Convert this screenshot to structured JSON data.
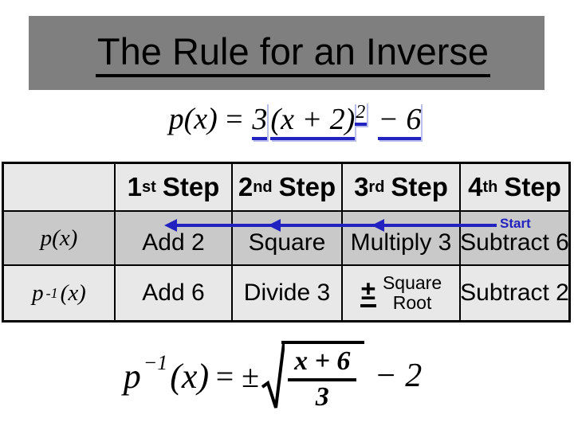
{
  "colors": {
    "accent_blue": "#2222c0",
    "title_bar": "#7f7f7f",
    "table_header_bg": "#e8e8e8",
    "table_shaded_row_bg": "#c9c9c9",
    "table_light_row_bg": "#e8e8e8"
  },
  "title": {
    "text": "The Rule for an Inverse"
  },
  "formula_top": {
    "func": "p",
    "arg": "(x)",
    "equals": "=",
    "coefficient": "3",
    "base": "(x + 2)",
    "exponent": "2",
    "constant": "− 6"
  },
  "table": {
    "corner": "",
    "column_headers": [
      {
        "num": "1",
        "suffix": "st",
        "word": "Step"
      },
      {
        "num": "2",
        "suffix": "nd",
        "word": "Step"
      },
      {
        "num": "3",
        "suffix": "rd",
        "word": "Step"
      },
      {
        "num": "4",
        "suffix": "th",
        "word": "Step"
      }
    ],
    "start_label": "Start",
    "rows": [
      {
        "label": {
          "func": "p",
          "arg": "(x)"
        },
        "cells": [
          "Add 2",
          "Square",
          "Multiply 3",
          "Subtract 6"
        ]
      },
      {
        "label": {
          "func": "p",
          "sup": "-1",
          "arg": "(x)"
        },
        "cells": [
          "Add 6",
          "Divide 3",
          {
            "pm": "±",
            "line1": "Square",
            "line2": "Root"
          },
          "Subtract 2"
        ]
      }
    ]
  },
  "formula_bottom": {
    "func": "p",
    "sup": "−1",
    "arg": "(x)",
    "equals": "=",
    "pm": "±",
    "radicand_numerator": "x + 6",
    "radicand_denominator": "3",
    "constant": "− 2"
  }
}
